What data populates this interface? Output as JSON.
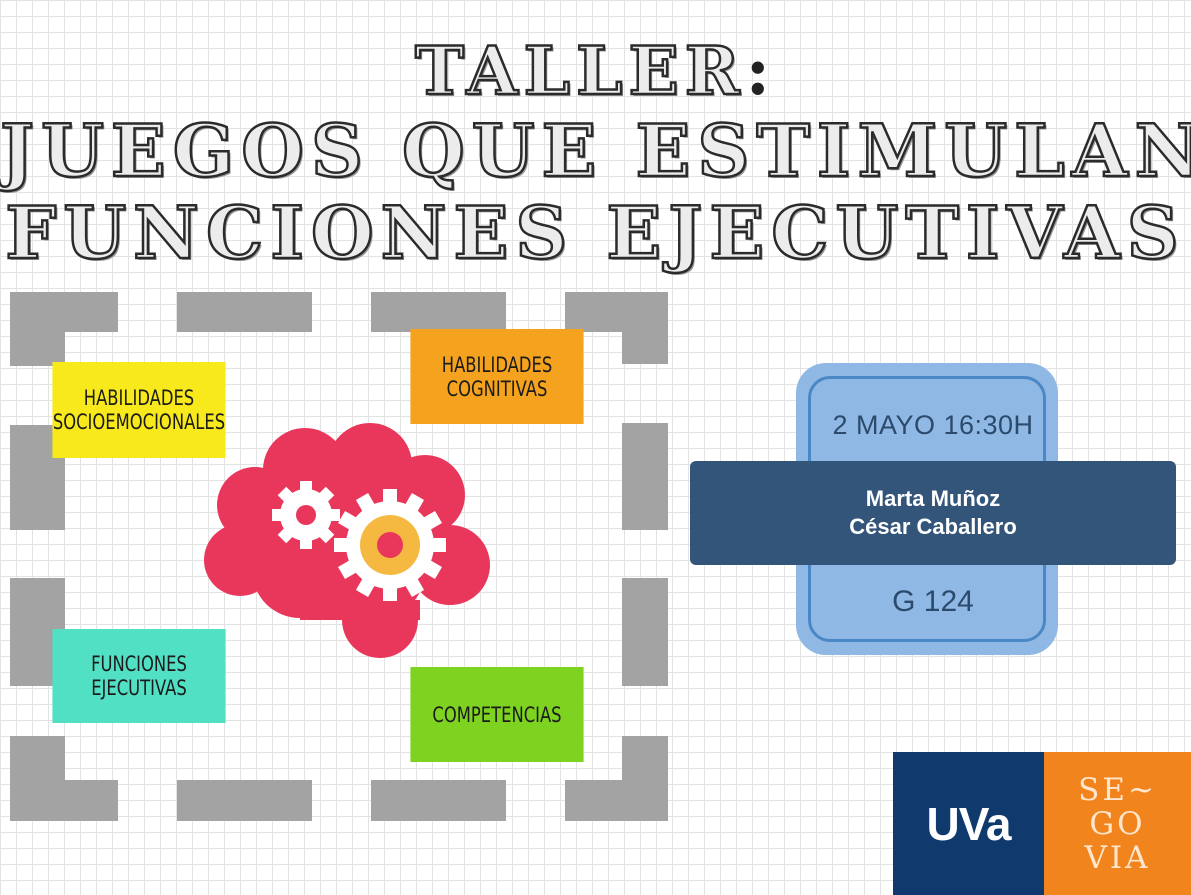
{
  "title": {
    "line1": "TALLER",
    "colon": ":",
    "line2": "JUEGOS QUE ESTIMULAN",
    "line3": "FUNCIONES EJECUTIVAS"
  },
  "categories": {
    "socioemocionales": {
      "line1": "HABILIDADES",
      "line2": "SOCIOEMOCIONALES",
      "color": "#f7e91c"
    },
    "cognitivas": {
      "line1": "HABILIDADES",
      "line2": "COGNITIVAS",
      "color": "#f5a31e"
    },
    "ejecutivas": {
      "line1": "FUNCIONES",
      "line2": "EJECUTIVAS",
      "color": "#51e0c3"
    },
    "competencias": {
      "line1": "COMPETENCIAS",
      "color": "#7ed321"
    }
  },
  "event": {
    "date": "2 MAYO 16:30H",
    "presenter1": "Marta Muñoz",
    "presenter2": "César Caballero",
    "room": "G 124"
  },
  "logo": {
    "uva": "UVa",
    "segovia_line1": "SE~",
    "segovia_line2": "GO",
    "segovia_line3": "VIA"
  },
  "icons": {
    "brain": "brain-gears-icon"
  },
  "colors": {
    "brain": "#e8375a",
    "gear": "#ffffff",
    "gear_center": "#f5b942",
    "ticket": "#8fb9e4",
    "band": "#33557a",
    "uva": "#103a6e",
    "segovia": "#f1841d"
  }
}
